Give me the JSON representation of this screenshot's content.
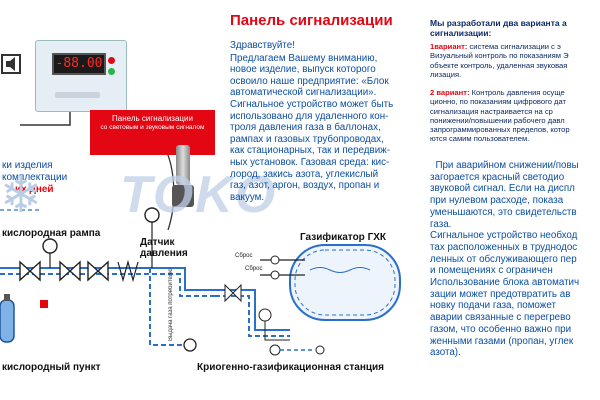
{
  "left_diagram": {
    "callout_title": "Панель сигнализации",
    "callout_sub": "со световым и звуковым сигналом",
    "frag_izdel": "ки изделия",
    "frag_kompl": "комплектации",
    "frag_days": "их дней",
    "rampa_label": "кислородная рампа",
    "sensor_label": "Датчик давления",
    "gasifier_label": "Газификатор ГХК",
    "punkt_label": "кислородный пункт",
    "station_label": "Криогенно-газификационная станция",
    "sbros_1": "Сброс",
    "sbros_2": "Сброс",
    "vydacha_label": "Выдача газа потребителю",
    "watermark": "TOKO"
  },
  "device": {
    "display_value": "-88.00",
    "colors": {
      "display_digits": "#ff2a2a",
      "callout_bg": "#e30613"
    }
  },
  "middle": {
    "title": "Панель сигнализации",
    "greeting": "Здравствуйте!",
    "paragraph_lines": [
      "Предлагаем Вашему вниманию,",
      "новое изделие, выпуск которого",
      "освоило наше предприятие: «Блок",
      "автоматической сигнализации».",
      "Сигнальное устройство может быть",
      "использовано для удаленного кон-",
      "троля давления газа в баллонах,",
      "рампах и газовых трубопроводах,",
      "как стационарных, так и передвиж-",
      "ных установок. Газовая среда: кис-",
      "лород, закись азота, углекислый",
      "газ, азот, аргон, воздух, пропан и",
      "вакуум."
    ]
  },
  "right": {
    "intro_lines": [
      "Мы разработали два варианта а",
      "сигнализации:"
    ],
    "v1_label": "1вариант:",
    "v1_first": " система сигнализации с э",
    "v1_lines": [
      "Визуальный контроль по показаниям Э",
      "объекте контроль, удаленная звуковая",
      "лизация."
    ],
    "v2_label": "2 вариант:",
    "v2_first": " Контроль давления осуще",
    "v2_lines": [
      "ционно, по показаниям цифрового дат",
      "сигнализация настраивается на ср",
      "понижении/повышении рабочего давл",
      "запрограммированных пределов, котор",
      "ются самим пользователем."
    ],
    "body_lines": [
      "  При аварийном снижении/повы",
      "загорается красный светодио",
      "звуковой сигнал. Если на диспл",
      "при нулевом расходе, показа",
      "уменьшаются, это свидетельств",
      "газа.",
      "Сигнальное устройство необход",
      "тах расположенных в труднодос",
      "ленных от обслуживающего пер",
      "и помещениях с ограничен",
      "Использование блока автоматич",
      "зации может предотвратить ав",
      "новку подачи газа, поможет",
      "аварии связанные с перегрево",
      "газом, что особенно важно при",
      "женными газами (пропан, углек",
      "азота)."
    ]
  }
}
